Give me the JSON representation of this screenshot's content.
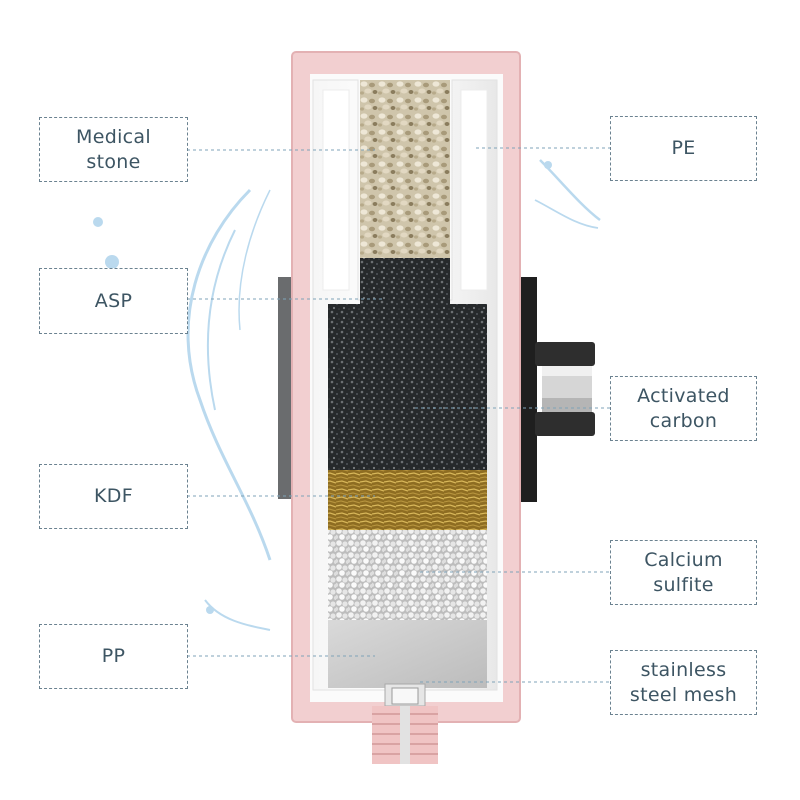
{
  "labels": {
    "medical_stone": [
      "Medical",
      "stone"
    ],
    "pe": [
      "PE"
    ],
    "asp": [
      "ASP"
    ],
    "activated_carbon": [
      "Activated",
      "carbon"
    ],
    "kdf": [
      "KDF"
    ],
    "calcium_sulfite": [
      "Calcium",
      "sulfite"
    ],
    "pp": [
      "PP"
    ],
    "stainless_steel_mesh": [
      "stainless",
      "steel mesh"
    ]
  },
  "colors": {
    "housing": "#f2cfd0",
    "housing_edge": "#e3b1b3",
    "label_border": "#6b8290",
    "label_text": "#3d5563",
    "leader_line": "#7fa3b8",
    "water": "#9fc9e4",
    "carbon": "#2f3133",
    "kdf": "#a7852c",
    "calcium": "#dcdcdc",
    "pp": "#c9c9c9",
    "medical_stone": "#c9bfa6"
  }
}
